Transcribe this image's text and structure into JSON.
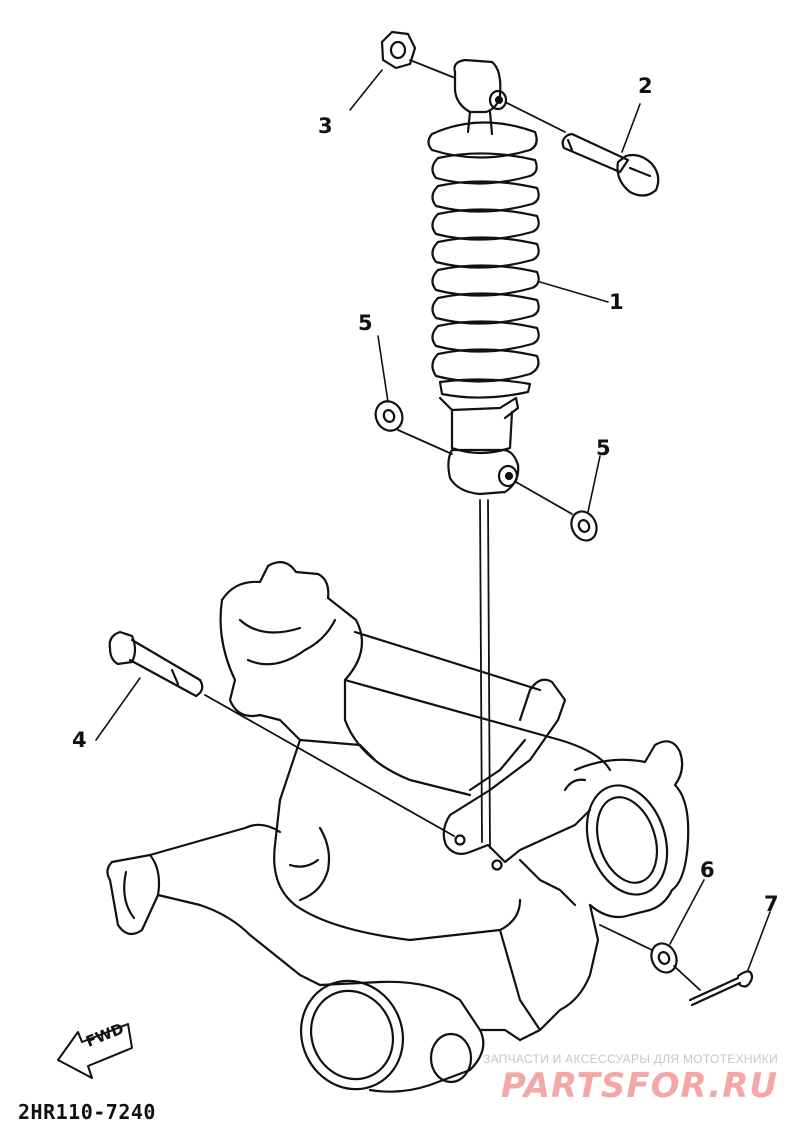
{
  "diagram": {
    "code": "2HR110-7240",
    "fwd_label": "FWD",
    "callouts": [
      "1",
      "2",
      "3",
      "4",
      "5",
      "5",
      "6",
      "7"
    ]
  },
  "watermark": {
    "tagline": "ЗАПЧАСТИ И АКСЕССУАРЫ ДЛЯ МОТОТЕХНИКИ",
    "logo_text": "PARTSFOR.RU",
    "logo_color": "#f3a7a7"
  },
  "colors": {
    "line": "#111111",
    "background": "#ffffff"
  }
}
